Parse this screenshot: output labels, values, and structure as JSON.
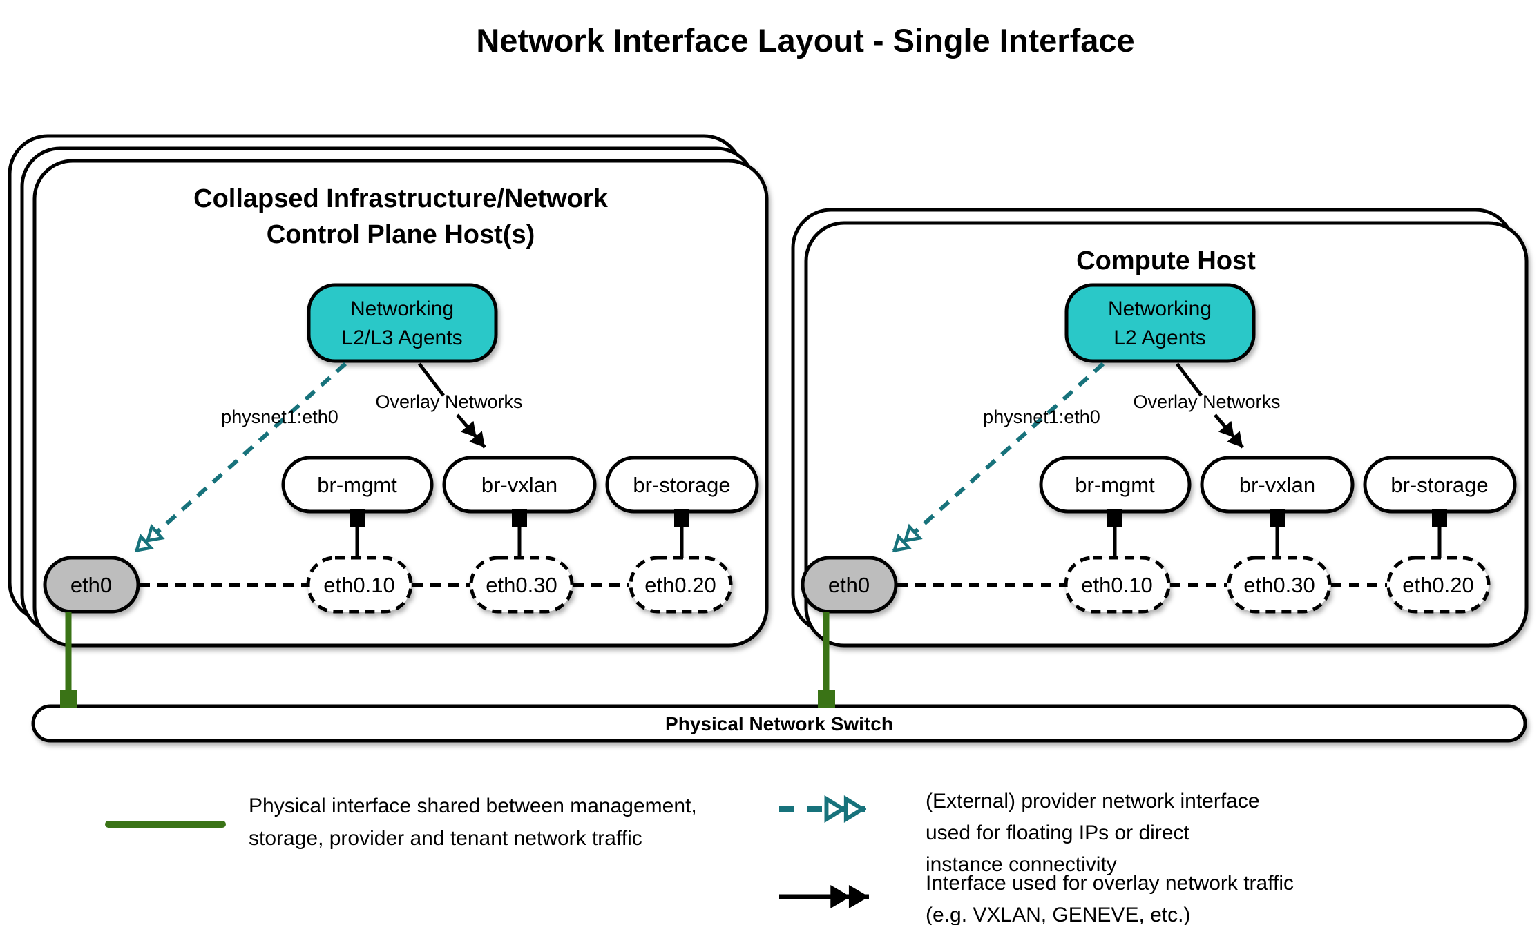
{
  "title": "Network Interface Layout - Single Interface",
  "colors": {
    "agent_fill": "#2bc8c8",
    "provider_arrow": "#17727b",
    "physical_green": "#3a7316",
    "iface_gray": "#bdbdbd",
    "line_black": "#000000"
  },
  "hosts": [
    {
      "title_lines": [
        "Collapsed Infrastructure/Network",
        "Control Plane Host(s)"
      ],
      "agent_lines": [
        "Networking",
        "L2/L3 Agents"
      ],
      "provider_label": "physnet1:eth0",
      "overlay_label": "Overlay Networks",
      "bridges": [
        "br-mgmt",
        "br-vxlan",
        "br-storage"
      ],
      "physical_interface": "eth0",
      "vlan_interfaces": [
        "eth0.10",
        "eth0.30",
        "eth0.20"
      ]
    },
    {
      "title_lines": [
        "Compute Host"
      ],
      "agent_lines": [
        "Networking",
        "L2 Agents"
      ],
      "provider_label": "physnet1:eth0",
      "overlay_label": "Overlay Networks",
      "bridges": [
        "br-mgmt",
        "br-vxlan",
        "br-storage"
      ],
      "physical_interface": "eth0",
      "vlan_interfaces": [
        "eth0.10",
        "eth0.30",
        "eth0.20"
      ]
    }
  ],
  "switch": {
    "label": "Physical Network Switch"
  },
  "legend": [
    {
      "symbol": "green-line",
      "lines": [
        "Physical interface shared between management,",
        "storage, provider and tenant network traffic"
      ]
    },
    {
      "symbol": "teal-dashed-arrow",
      "lines": [
        "(External) provider network interface",
        "used for floating IPs or direct",
        "instance connectivity"
      ]
    },
    {
      "symbol": "black-arrow",
      "lines": [
        "Interface used for overlay network traffic",
        "(e.g. VXLAN, GENEVE, etc.)"
      ]
    }
  ]
}
